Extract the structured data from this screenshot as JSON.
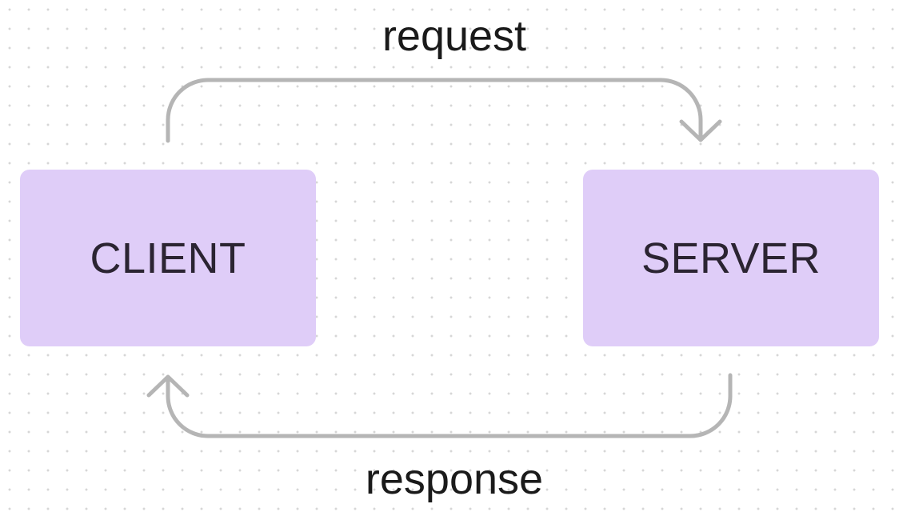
{
  "colors": {
    "node_fill": "#dfcdf8",
    "node_text": "#2b2432",
    "arrow": "#b5b5b5",
    "label_text": "#1a1a1a",
    "grid_dot": "#d6d6d6",
    "background": "#ffffff"
  },
  "nodes": {
    "client": {
      "label": "CLIENT"
    },
    "server": {
      "label": "SERVER"
    }
  },
  "edges": {
    "request": {
      "label": "request",
      "from": "CLIENT",
      "to": "SERVER"
    },
    "response": {
      "label": "response",
      "from": "SERVER",
      "to": "CLIENT"
    }
  }
}
